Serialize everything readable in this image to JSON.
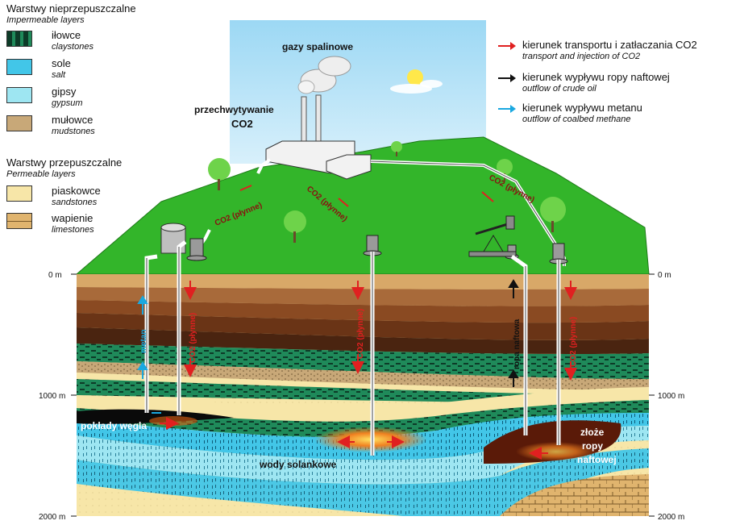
{
  "legend": {
    "impermeable_title": "Warstwy nieprzepuszczalne",
    "impermeable_subtitle": "Impermeable layers",
    "permeable_title": "Warstwy przepuszczalne",
    "permeable_subtitle": "Permeable layers",
    "items": [
      {
        "pl": "iłowce",
        "en": "claystones",
        "color": "#1f8a5a",
        "pattern": "dash-dark"
      },
      {
        "pl": "sole",
        "en": "salt",
        "color": "#42c6e8",
        "pattern": "tick"
      },
      {
        "pl": "gipsy",
        "en": "gypsum",
        "color": "#9ee6f2",
        "pattern": "tick"
      },
      {
        "pl": "mułowce",
        "en": "mudstones",
        "color": "#c8a878",
        "pattern": "dots"
      },
      {
        "pl": "piaskowce",
        "en": "sandstones",
        "color": "#f7e6a8",
        "pattern": "plain"
      },
      {
        "pl": "wapienie",
        "en": "limestones",
        "color": "#e0b46e",
        "pattern": "brick"
      }
    ]
  },
  "key": [
    {
      "pl": "kierunek  transportu i zatłaczania CO2",
      "en": "transport and injection of CO2",
      "color": "#e02020"
    },
    {
      "pl": "kierunek  wypływu ropy naftowej",
      "en": "outflow of crude oil",
      "color": "#111111"
    },
    {
      "pl": "kierunek  wypływu metanu",
      "en": "outflow of coalbed methane",
      "color": "#1aa8e0"
    }
  ],
  "labels": {
    "flue_gas": "gazy spalinowe",
    "capture": "przechwytywanie",
    "capture_co2": "CO2",
    "coal_seams": "pokłady węgla",
    "brine": "wody solankowe",
    "oil_line1": "złoże",
    "oil_line2": "ropy",
    "oil_line3": "naftowej",
    "co2_liquid": "CO2 (płynne)",
    "methane": "metan",
    "oil": "ropa naftowa"
  },
  "depths": {
    "left": [
      "0 m",
      "1000 m",
      "2000 m"
    ],
    "right": [
      "0 m",
      "1000 m",
      "2000 m"
    ]
  }
}
